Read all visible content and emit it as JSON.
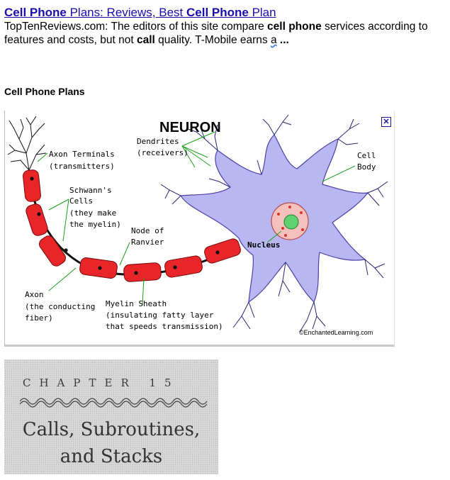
{
  "search_result": {
    "title_parts": [
      "Cell Phone",
      " Plans: Reviews, Best ",
      "Cell Phone",
      " Plan"
    ],
    "snippet_parts": [
      "TopTenReviews.com: The editors of this site compare ",
      "cell phone",
      " services according to features and costs, but not ",
      "call",
      " quality. T-Mobile earns ",
      "a",
      " ..."
    ]
  },
  "section_heading": "Cell Phone Plans",
  "neuron_diagram": {
    "title": "NEURON",
    "close_glyph": "✕",
    "labels": {
      "dendrites": "Dendrites",
      "dendrites_note": "(receivers)",
      "axon_terminals": "Axon Terminals",
      "axon_terminals_note": "(transmitters)",
      "schwann": "Schwann's",
      "schwann2": "Cells",
      "schwann_note1": "(they make",
      "schwann_note2": "the myelin)",
      "node": "Node of",
      "node2": "Ranvier",
      "cell_body": "Cell",
      "cell_body2": "Body",
      "nucleus": "Nucleus",
      "axon": "Axon",
      "axon_note1": "(the conducting",
      "axon_note2": "fiber)",
      "myelin": "Myelin Sheath",
      "myelin_note1": "(insulating fatty layer",
      "myelin_note2": "that speeds transmission)",
      "credit": "©EnchantedLearning.com"
    },
    "colors": {
      "myelin": "#e8262a",
      "cell_body": "#b9b7f2",
      "nucleus_fill": "#f6c1bd",
      "nucleolus": "#5fd16f",
      "leader": "#1aa21a"
    }
  },
  "chapter_panel": {
    "label": "CHAPTER 15",
    "title_line1": "Calls, Subroutines,",
    "title_line2": "and Stacks"
  }
}
